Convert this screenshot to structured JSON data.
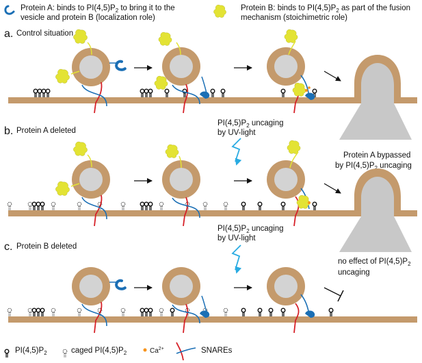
{
  "legend_top": {
    "protein_a_line1": "Protein A: binds to PI(4,5)P",
    "protein_a_line1_sub": "2",
    "protein_a_line1_tail": " to bring it to the",
    "protein_a_line2": "vesicle and protein B (localization role)",
    "protein_b_line1": "Protein B: binds to PI(4,5)P",
    "protein_b_line1_sub": "2",
    "protein_b_line1_tail": " as part of the fusion",
    "protein_b_line2": "mechanism (stoichimetric role)"
  },
  "panels": {
    "a": {
      "letter": "a.",
      "title": "Control situation"
    },
    "b": {
      "letter": "b.",
      "title": "Protein A deleted",
      "uncaging_line1": "PI(4,5)P",
      "uncaging_sub": "2",
      "uncaging_tail": " uncaging",
      "uncaging_line2": "by UV-light",
      "note_line1": "Protein A bypassed",
      "note_line2": "by PI(4,5)P",
      "note_line2_sub": "2",
      "note_line2_tail": " uncaging"
    },
    "c": {
      "letter": "c.",
      "title": "Protein B deleted",
      "uncaging_line1": "PI(4,5)P",
      "uncaging_sub": "2",
      "uncaging_tail": " uncaging",
      "uncaging_line2": "by UV-light",
      "note_line1": "no effect of PI(4,5)P",
      "note_line1_sub": "2",
      "note_line2": "uncaging"
    }
  },
  "legend_bottom": {
    "pip2": "PI(4,5)P",
    "pip2_sub": "2",
    "caged": "caged PI(4,5)P",
    "caged_sub": "2",
    "ca": "Ca",
    "ca_sup": "2+",
    "snares": "SNAREs"
  },
  "colors": {
    "membrane": "#c49a6c",
    "vesicle_core": "#d3d3d3",
    "protein_a": "#1b6fb5",
    "protein_b": "#e3e334",
    "snare_red": "#d62027",
    "snare_blue": "#1b6fb5",
    "uv": "#29abe2",
    "ca": "#f7941d",
    "fusion_pore": "#c8c8c8"
  }
}
